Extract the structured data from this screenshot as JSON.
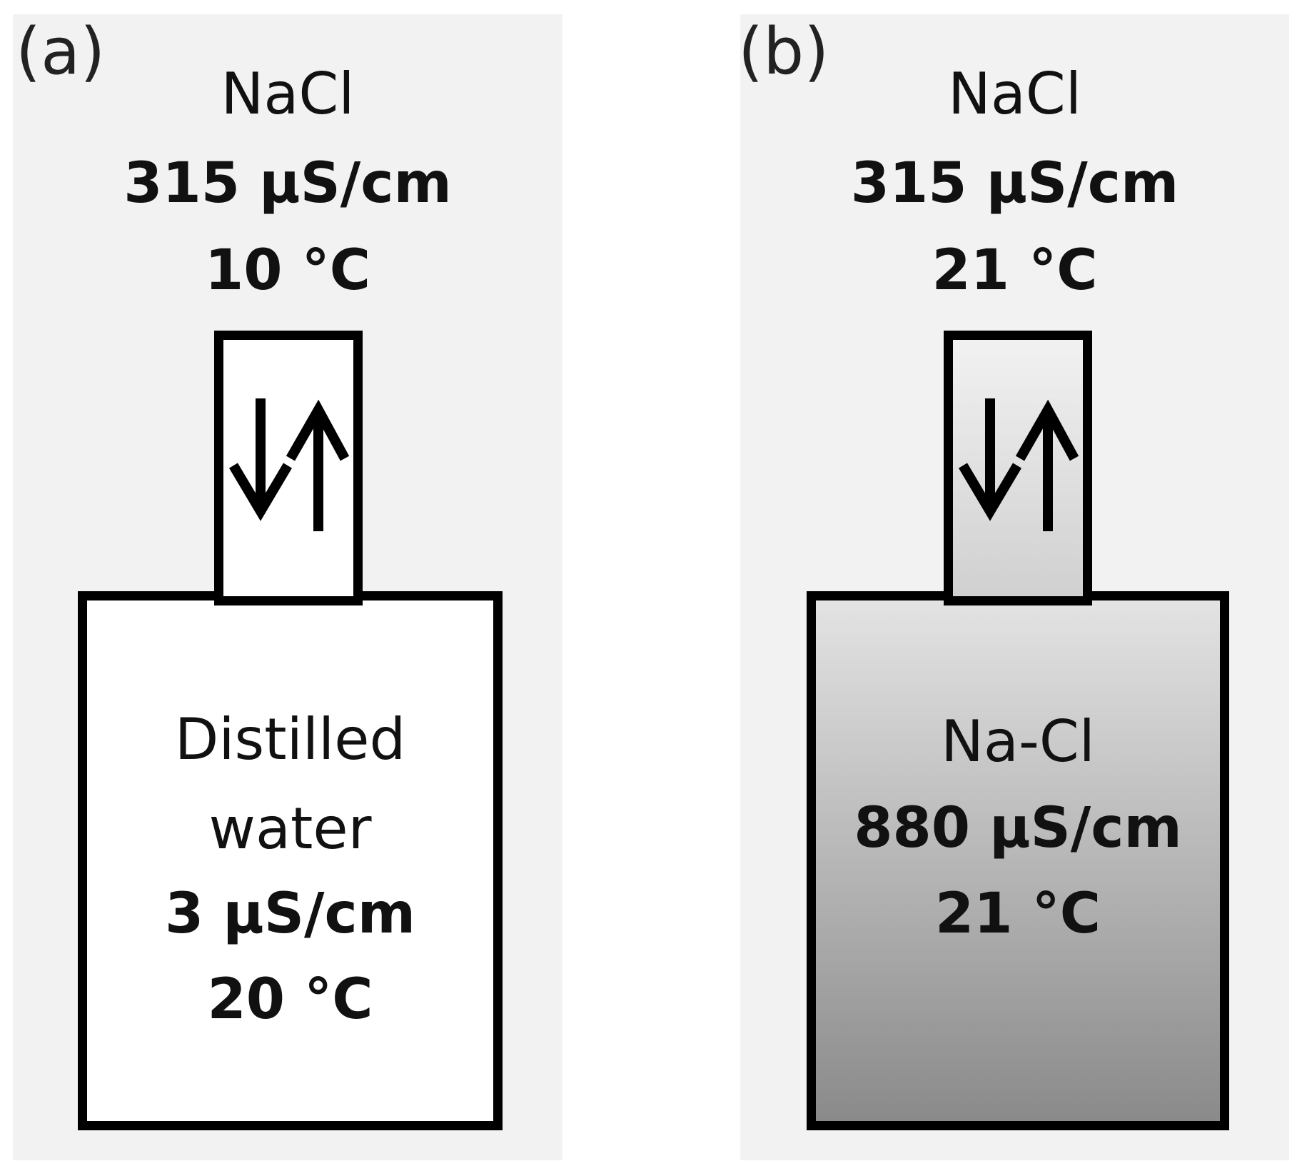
{
  "colors": {
    "panel_background": "#f2f2f2",
    "border": "#000000",
    "tube_a_fill": "#ffffff",
    "box_a_fill": "#ffffff",
    "tube_b_gradient": [
      "#f1f1f1",
      "#d0d0d0"
    ],
    "box_b_gradient": [
      "#e3e3e3",
      "#8a8a8a"
    ]
  },
  "panels": [
    {
      "label": "(a)",
      "reservoir": {
        "name": "NaCl",
        "conductivity": "315 µS/cm",
        "temperature": "10 °C"
      },
      "exchange_icon": "bidirectional-flow-arrows-icon",
      "vessel": {
        "name_line_1": "Distilled",
        "name_line_2": "water",
        "conductivity": "3 µS/cm",
        "temperature": "20 °C"
      }
    },
    {
      "label": "(b)",
      "reservoir": {
        "name": "NaCl",
        "conductivity": "315 µS/cm",
        "temperature": "21 °C"
      },
      "exchange_icon": "bidirectional-flow-arrows-icon",
      "vessel": {
        "name_line_1": "Na-Cl",
        "conductivity": "880 µS/cm",
        "temperature": "21 °C"
      }
    }
  ]
}
